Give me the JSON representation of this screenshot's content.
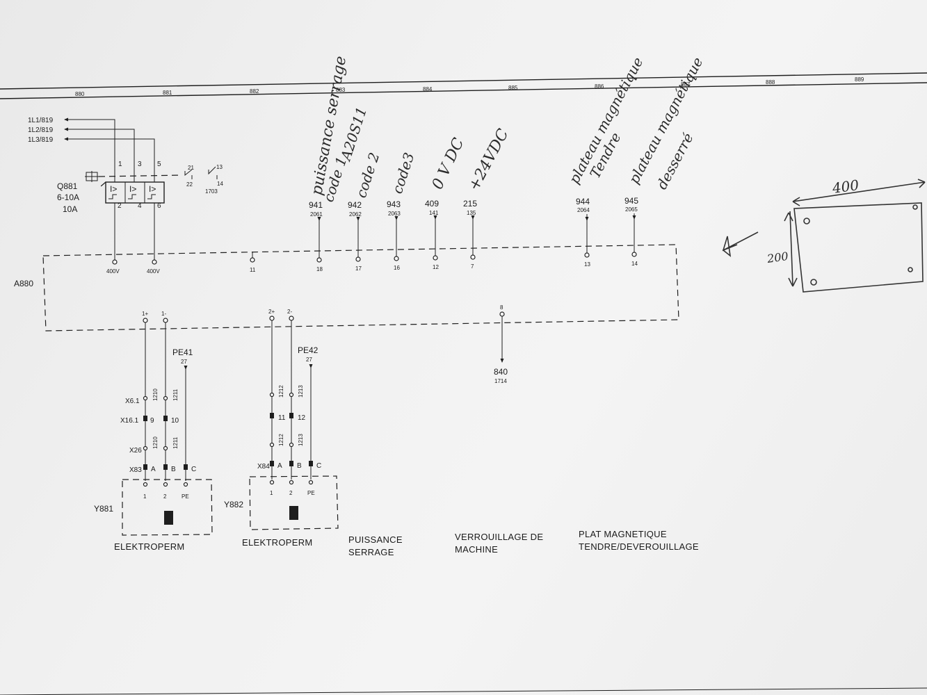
{
  "columns": [
    "880",
    "881",
    "882",
    "883",
    "884",
    "885",
    "886",
    "887",
    "888",
    "889"
  ],
  "supply": {
    "lines": [
      "1L1/819",
      "1L2/819",
      "1L3/819"
    ],
    "breaker_id": "Q881",
    "breaker_range": "6-10A",
    "breaker_setting": "10A",
    "pole_top": [
      "1",
      "3",
      "5"
    ],
    "pole_bottom": [
      "2",
      "4",
      "6"
    ],
    "aux": {
      "nc_top": "21",
      "nc_bottom": "22",
      "no_top": "13",
      "no_bottom": "14",
      "ref": "1703"
    }
  },
  "signals": [
    {
      "wire": "941",
      "page": "2061",
      "terminal": "18"
    },
    {
      "wire": "942",
      "page": "2062",
      "terminal": "17"
    },
    {
      "wire": "943",
      "page": "2063",
      "terminal": "16"
    },
    {
      "wire": "409",
      "page": "141",
      "terminal": "12"
    },
    {
      "wire": "215",
      "page": "135",
      "terminal": "7"
    },
    {
      "wire": "944",
      "page": "2064",
      "terminal": "13"
    },
    {
      "wire": "945",
      "page": "2065",
      "terminal": "14"
    }
  ],
  "module": {
    "id": "A880",
    "top_terminals": [
      "400V",
      "400V",
      "11"
    ],
    "bottom_terminals": [
      {
        "label": "1+",
        "pos": "left"
      },
      {
        "label": "1-",
        "pos": "left"
      },
      {
        "label": "2+",
        "pos": "right"
      },
      {
        "label": "2-",
        "pos": "right"
      }
    ],
    "lock_terminal": "8",
    "lock_wire": "840",
    "lock_page": "1714"
  },
  "coil1": {
    "pe": "PE41",
    "pe_num": "27",
    "x6": "X6.1",
    "x16": "X16.1",
    "x26": "X26",
    "x83": "X83",
    "w1a": "1210",
    "w1b": "1211",
    "w2a": "1210",
    "w2b": "1211",
    "t9": "9",
    "t10": "10",
    "tA": "A",
    "tB": "B",
    "tC": "C",
    "p1": "1",
    "p2": "2",
    "pPE": "PE",
    "id": "Y881",
    "caption": "ELEKTROPERM"
  },
  "coil2": {
    "pe": "PE42",
    "pe_num": "27",
    "x84": "X84",
    "w1a": "1212",
    "w1b": "1213",
    "w2a": "1212",
    "w2b": "1213",
    "t11": "11",
    "t12": "12",
    "tA": "A",
    "tB": "B",
    "tC": "C",
    "p1": "1",
    "p2": "2",
    "pPE": "PE",
    "id": "Y882",
    "caption": "ELEKTROPERM"
  },
  "captions": {
    "puissance_1": "PUISSANCE",
    "puissance_2": "SERRAGE",
    "verrou_1": "VERROUILLAGE DE",
    "verrou_2": "MACHINE",
    "plat_1": "PLAT MAGNETIQUE",
    "plat_2": "TENDRE/DEVEROUILLAGE"
  },
  "handwritten": {
    "puissance_serrage": "puissance serrage",
    "a20s11": "A20S11",
    "code1": "code 1",
    "code2": "code 2",
    "code3": "code3",
    "ovdc": "0 V DC",
    "v24": "+24VDC",
    "plateau_tendre_1": "plateau magnétique",
    "plateau_tendre_2": "Tendre",
    "plateau_desserre_1": "plateau magnétique",
    "plateau_desserre_2": "desserré",
    "dim_w": "400",
    "dim_h": "200"
  }
}
